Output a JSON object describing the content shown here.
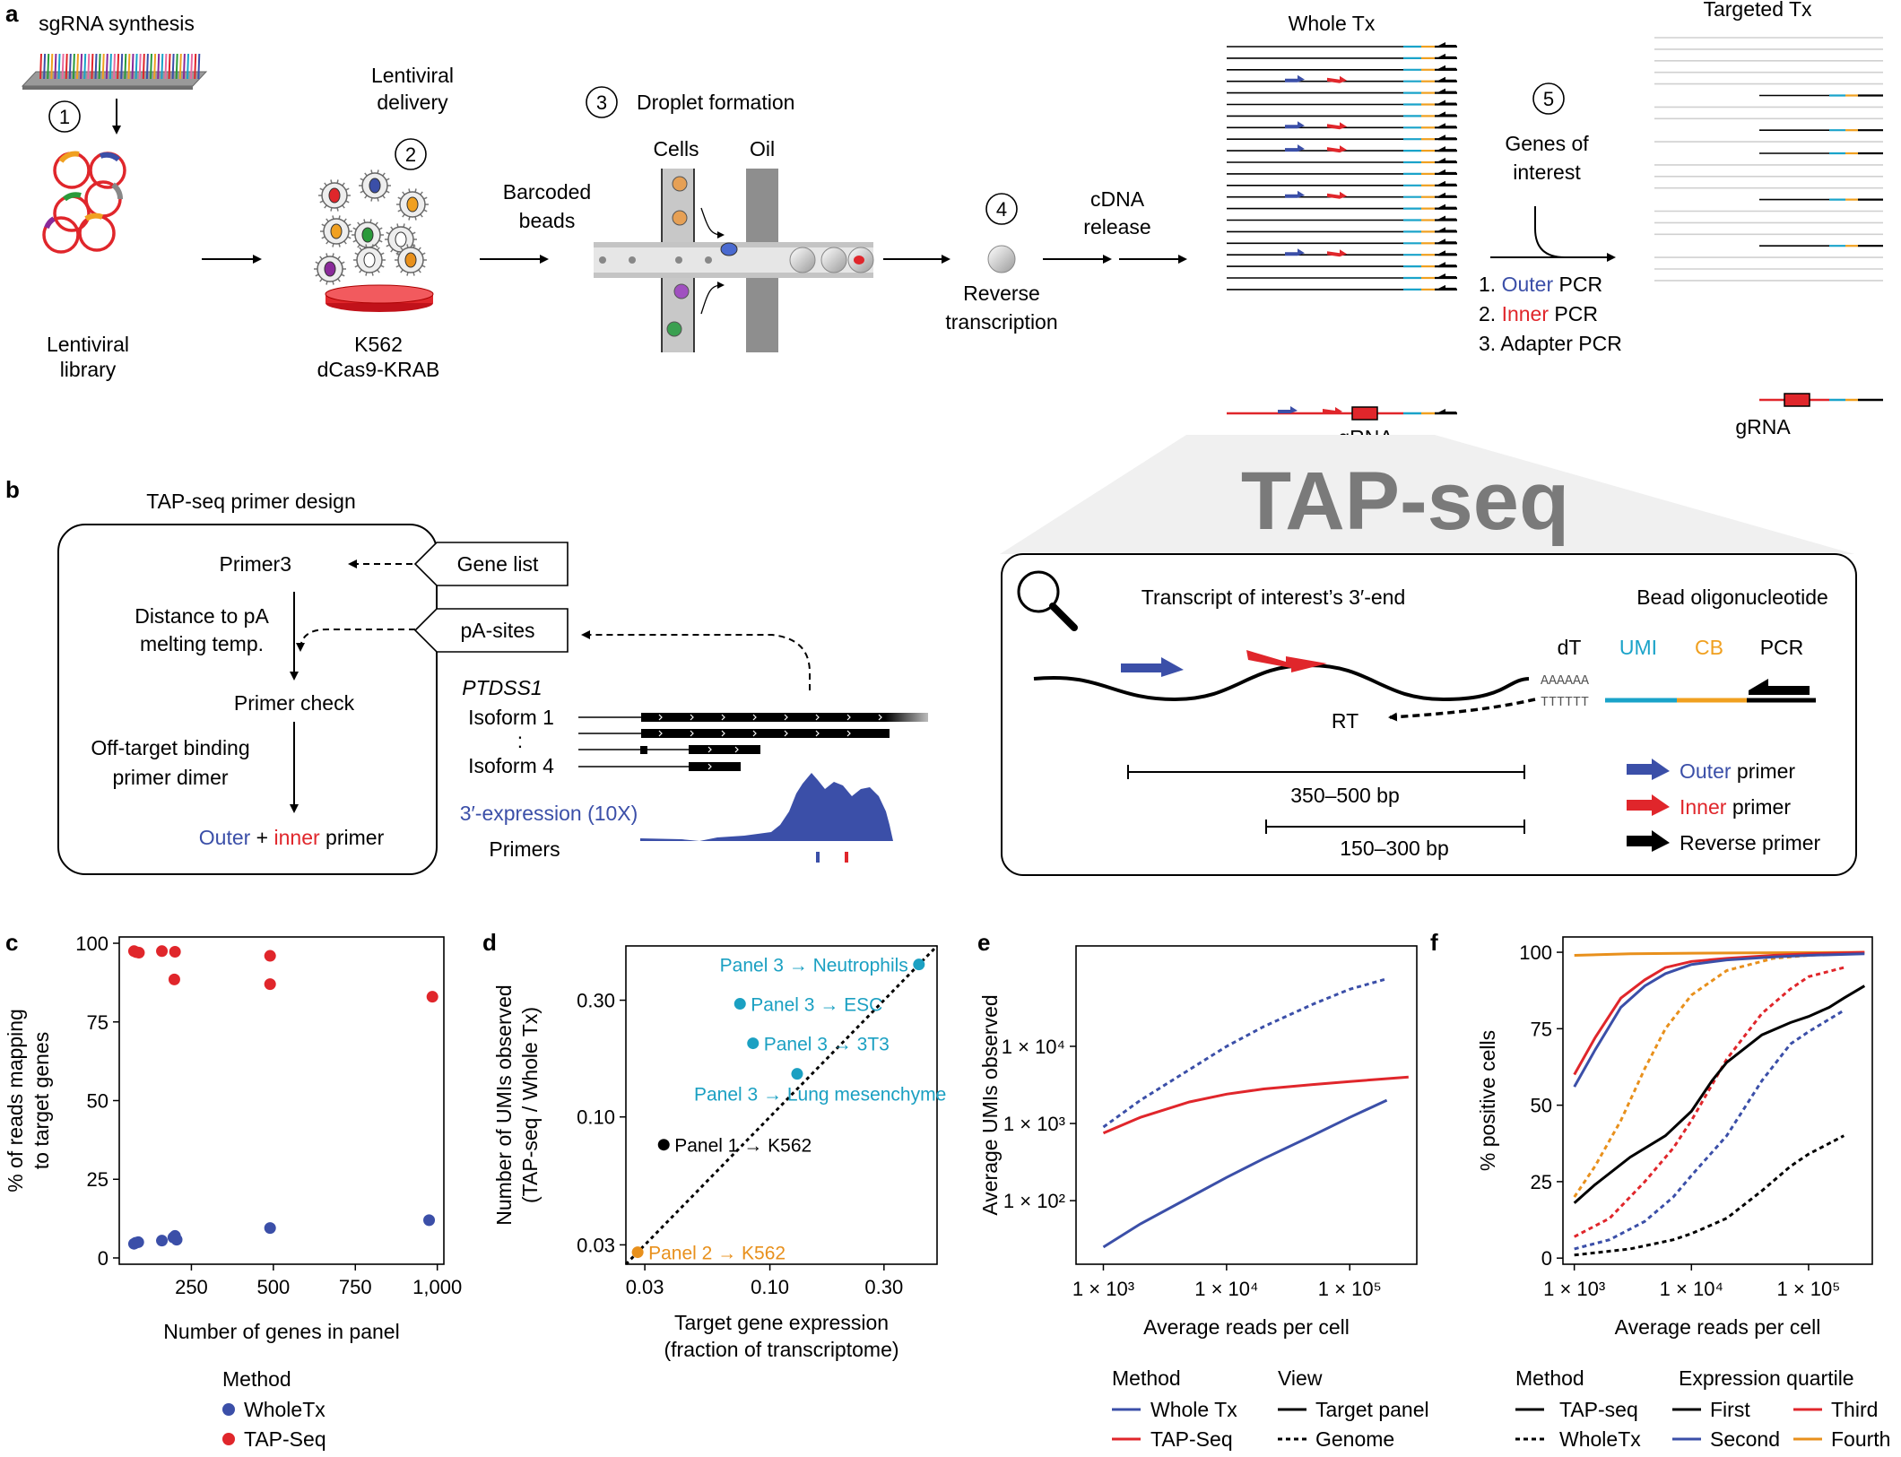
{
  "colors": {
    "outer": "#3b4fa8",
    "inner": "#e0262b",
    "reverse": "#000000",
    "umi": "#1aa3c9",
    "cb": "#f0a020",
    "cyan": "#1ba0c2",
    "orange": "#e8901c",
    "wholetx": "#3b4fa8",
    "tapseq": "#e0262b",
    "first": "#000000",
    "second": "#3b4fa8",
    "third": "#e0262b",
    "fourth": "#e8901c"
  },
  "panel_a": {
    "letter": "a",
    "sgrna": "sgRNA synthesis",
    "step1": "1",
    "step2": "2",
    "step3": "3",
    "step4": "4",
    "step5": "5",
    "lentiviral_library": [
      "Lentiviral",
      "library"
    ],
    "lentiviral_delivery": [
      "Lentiviral",
      "delivery"
    ],
    "k562": [
      "K562",
      "dCas9-KRAB"
    ],
    "droplet": "Droplet formation",
    "cells": "Cells",
    "oil": "Oil",
    "barcoded": [
      "Barcoded",
      "beads"
    ],
    "rt": [
      "Reverse",
      "transcription"
    ],
    "cdna": [
      "cDNA",
      "release"
    ],
    "whole_tx": "Whole Tx",
    "targeted_tx": "Targeted Tx",
    "genes": [
      "Genes of",
      "interest"
    ],
    "pcr1_num": "1.",
    "pcr1_col": "Outer",
    "pcr1_rest": "PCR",
    "pcr2_num": "2.",
    "pcr2_col": "Inner",
    "pcr2_rest": "PCR",
    "pcr3": "3. Adapter PCR",
    "grna": "gRNA",
    "grna2": "gRNA"
  },
  "panel_b": {
    "letter": "b",
    "title": "TAP-seq primer design",
    "primer3": "Primer3",
    "gene_list": "Gene list",
    "pa_sites": "pA-sites",
    "distance": [
      "Distance to pA",
      "melting temp."
    ],
    "primer_check": "Primer check",
    "offtarget": [
      "Off-target binding",
      "primer dimer"
    ],
    "outer": "Outer",
    "plus": " + ",
    "inner": "inner",
    "primer": " primer",
    "gene": "PTDSS1",
    "isoform1": "Isoform 1",
    "dots": ":",
    "isoform4": "Isoform 4",
    "expression": "3′-expression (10X)",
    "primers": "Primers",
    "tapseq": "TAP-seq",
    "transcript": "Transcript of interest’s 3′-end",
    "bead_oligo": "Bead oligonucleotide",
    "dt": "dT",
    "umi": "UMI",
    "cb": "CB",
    "pcr": "PCR",
    "polyA": "AAAAAA",
    "polyT": "TTTTTT",
    "rt": "RT",
    "range1": "350–500 bp",
    "range2": "150–300 bp",
    "legend_outer": "Outer",
    "legend_inner": "Inner",
    "legend_primer": " primer",
    "legend_reverse": "Reverse primer"
  },
  "chart_data": [
    {
      "panel": "c",
      "type": "scatter",
      "xlabel": "Number of genes in panel",
      "ylabel": [
        "% of reads mapping",
        "to target genes"
      ],
      "xlim": [
        30,
        1020
      ],
      "ylim": [
        -2,
        102
      ],
      "xticks": [
        250,
        500,
        750,
        1000
      ],
      "xticklabels": [
        "250",
        "500",
        "750",
        "1,000"
      ],
      "yticks": [
        0,
        25,
        50,
        75,
        100
      ],
      "yticklabels": [
        "0",
        "25",
        "50",
        "75",
        "100"
      ],
      "legend_title": "Method",
      "series": [
        {
          "name": "WholeTx",
          "color": "#3b4fa8",
          "points": [
            [
              75,
              4.5
            ],
            [
              80,
              4.8
            ],
            [
              88,
              5
            ],
            [
              160,
              5.5
            ],
            [
              195,
              6.5
            ],
            [
              200,
              7
            ],
            [
              205,
              5.8
            ],
            [
              490,
              9.5
            ],
            [
              975,
              12
            ]
          ]
        },
        {
          "name": "TAP-Seq",
          "color": "#e0262b",
          "points": [
            [
              75,
              97.5
            ],
            [
              82,
              97.2
            ],
            [
              90,
              97
            ],
            [
              160,
              97.5
            ],
            [
              200,
              97.3
            ],
            [
              198,
              88.5
            ],
            [
              490,
              96
            ],
            [
              490,
              87
            ],
            [
              985,
              83
            ]
          ]
        }
      ]
    },
    {
      "panel": "d",
      "type": "scatter",
      "xlabel": [
        "Target gene expression",
        "(fraction of transcriptome)"
      ],
      "ylabel": [
        "Number of UMIs observed",
        "(TAP-seq / Whole Tx)"
      ],
      "scale": "log",
      "xlim": [
        0.025,
        0.5
      ],
      "ylim": [
        0.025,
        0.5
      ],
      "xticks": [
        0.03,
        0.1,
        0.3
      ],
      "xticklabels": [
        "0.03",
        "0.10",
        "0.30"
      ],
      "yticks": [
        0.03,
        0.1,
        0.3
      ],
      "yticklabels": [
        "0.03",
        "0.10",
        "0.30"
      ],
      "points": [
        {
          "label": "Panel 3 → Neutrophils",
          "x": 0.42,
          "y": 0.42,
          "color": "#1ba0c2"
        },
        {
          "label": "Panel 3 → ESC",
          "x": 0.075,
          "y": 0.29,
          "color": "#1ba0c2"
        },
        {
          "label": "Panel 3 → 3T3",
          "x": 0.085,
          "y": 0.2,
          "color": "#1ba0c2"
        },
        {
          "label": "Panel 3 → Lung mesenchyme",
          "x": 0.13,
          "y": 0.15,
          "color": "#1ba0c2"
        },
        {
          "label": "Panel 1 → K562",
          "x": 0.036,
          "y": 0.077,
          "color": "#000000"
        },
        {
          "label": "Panel 2 → K562",
          "x": 0.028,
          "y": 0.028,
          "color": "#e8901c"
        }
      ]
    },
    {
      "panel": "e",
      "type": "line",
      "scale": "log",
      "xlabel": "Average reads per cell",
      "ylabel": "Average UMIs observed",
      "xlim": [
        600,
        350000
      ],
      "ylim": [
        15,
        200000
      ],
      "xticks": [
        1000,
        10000,
        100000
      ],
      "xticklabels": [
        "1 × 10³",
        "1 × 10⁴",
        "1 × 10⁵"
      ],
      "yticks": [
        100,
        1000,
        10000
      ],
      "yticklabels": [
        "1 × 10²",
        "1 × 10³",
        "1 × 10⁴"
      ],
      "legend_method_title": "Method",
      "legend_view_title": "View",
      "legend_method": [
        "Whole Tx",
        "TAP-Seq"
      ],
      "legend_view": [
        "Target panel",
        "Genome"
      ],
      "series": [
        {
          "name": "Whole Tx",
          "view": "Genome",
          "color": "#3b4fa8",
          "dash": true,
          "x": [
            1000,
            2000,
            5000,
            10000,
            20000,
            50000,
            100000,
            200000
          ],
          "y": [
            900,
            2000,
            5000,
            10000,
            18000,
            35000,
            55000,
            75000
          ]
        },
        {
          "name": "TAP-Seq",
          "view": "Target panel",
          "color": "#e0262b",
          "dash": false,
          "x": [
            1000,
            2000,
            5000,
            10000,
            20000,
            50000,
            100000,
            300000
          ],
          "y": [
            750,
            1200,
            1900,
            2400,
            2800,
            3200,
            3500,
            4000
          ]
        },
        {
          "name": "Whole Tx",
          "view": "Target panel",
          "color": "#3b4fa8",
          "dash": false,
          "x": [
            1000,
            2000,
            5000,
            10000,
            20000,
            50000,
            100000,
            200000
          ],
          "y": [
            25,
            50,
            110,
            200,
            350,
            700,
            1200,
            2000
          ]
        }
      ]
    },
    {
      "panel": "f",
      "type": "line",
      "xlabel": "Average reads per cell",
      "ylabel": "% positive cells",
      "xscale": "log",
      "xlim": [
        800,
        350000
      ],
      "ylim": [
        -2,
        105
      ],
      "xticks": [
        1000,
        10000,
        100000
      ],
      "xticklabels": [
        "1 × 10³",
        "1 × 10⁴",
        "1 × 10⁵"
      ],
      "yticks": [
        0,
        25,
        50,
        75,
        100
      ],
      "yticklabels": [
        "0",
        "25",
        "50",
        "75",
        "100"
      ],
      "legend_method_title": "Method",
      "legend_quartile_title": "Expression quartile",
      "legend_method": [
        "TAP-seq",
        "WholeTx"
      ],
      "legend_quartile": [
        "First",
        "Second",
        "Third",
        "Fourth"
      ],
      "series": [
        {
          "method": "TAP-seq",
          "quartile": "Fourth",
          "color": "#e8901c",
          "dash": false,
          "x": [
            1000,
            3000,
            10000,
            30000,
            100000,
            300000
          ],
          "y": [
            99,
            99.5,
            99.7,
            99.8,
            99.9,
            100
          ]
        },
        {
          "method": "WholeTx",
          "quartile": "Fourth",
          "color": "#e8901c",
          "dash": true,
          "x": [
            1000,
            1500,
            2500,
            4000,
            6000,
            10000,
            20000,
            50000,
            100000,
            200000,
            300000
          ],
          "y": [
            20,
            30,
            45,
            62,
            75,
            86,
            94,
            98,
            99,
            99.5,
            100
          ]
        },
        {
          "method": "TAP-seq",
          "quartile": "Third",
          "color": "#e0262b",
          "dash": false,
          "x": [
            1000,
            1500,
            2500,
            4000,
            6000,
            10000,
            20000,
            50000,
            100000,
            300000
          ],
          "y": [
            60,
            72,
            85,
            91,
            95,
            97,
            98,
            99,
            99.5,
            100
          ]
        },
        {
          "method": "TAP-seq",
          "quartile": "Second",
          "color": "#3b4fa8",
          "dash": false,
          "x": [
            1000,
            1500,
            2500,
            4000,
            6000,
            10000,
            20000,
            50000,
            100000,
            300000
          ],
          "y": [
            56,
            68,
            82,
            89,
            93,
            96,
            97.5,
            98.5,
            99,
            99.5
          ]
        },
        {
          "method": "WholeTx",
          "quartile": "Third",
          "color": "#e0262b",
          "dash": true,
          "x": [
            1000,
            2000,
            4000,
            7000,
            10000,
            20000,
            40000,
            70000,
            100000,
            200000
          ],
          "y": [
            7,
            13,
            25,
            36,
            45,
            65,
            80,
            88,
            92,
            95
          ]
        },
        {
          "method": "TAP-seq",
          "quartile": "First",
          "color": "#000000",
          "dash": false,
          "x": [
            1000,
            1500,
            3000,
            6000,
            10000,
            15000,
            20000,
            40000,
            70000,
            100000,
            150000,
            200000,
            300000
          ],
          "y": [
            18,
            24,
            33,
            40,
            48,
            58,
            64,
            73,
            77,
            79,
            82,
            85,
            89
          ]
        },
        {
          "method": "WholeTx",
          "quartile": "Second",
          "color": "#3b4fa8",
          "dash": true,
          "x": [
            1000,
            2000,
            4000,
            7000,
            10000,
            20000,
            40000,
            70000,
            100000,
            200000
          ],
          "y": [
            3,
            6,
            12,
            20,
            27,
            40,
            58,
            70,
            74,
            81
          ]
        },
        {
          "method": "WholeTx",
          "quartile": "First",
          "color": "#000000",
          "dash": true,
          "x": [
            1000,
            3000,
            7000,
            10000,
            20000,
            40000,
            70000,
            100000,
            200000
          ],
          "y": [
            1,
            3,
            6,
            8,
            13,
            22,
            30,
            34,
            40
          ]
        }
      ]
    }
  ]
}
